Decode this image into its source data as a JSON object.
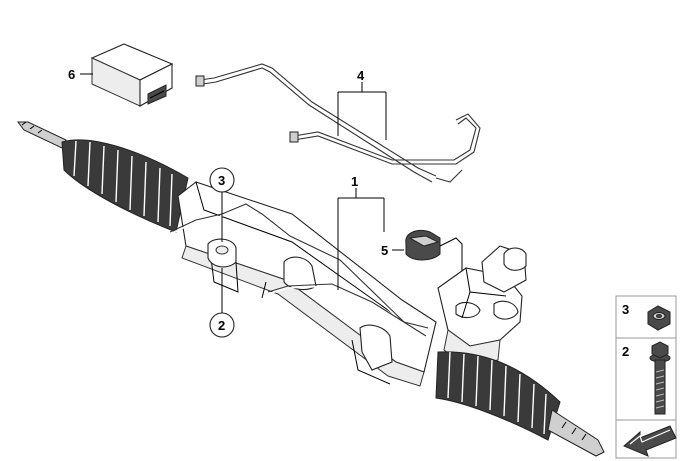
{
  "callouts": {
    "c1": "1",
    "c2": "2",
    "c3": "3",
    "c4": "4",
    "c5": "5",
    "c6": "6"
  },
  "hardware_panel": {
    "nut_label": "3",
    "bolt_label": "2"
  },
  "icons": {
    "control_unit": "control-unit-icon",
    "pipes": "pressure-pipes-icon",
    "sensor": "sensor-icon",
    "rack": "steering-rack-icon",
    "nut": "hex-nut-icon",
    "bolt": "flange-bolt-icon",
    "arrow": "direction-arrow-icon"
  }
}
